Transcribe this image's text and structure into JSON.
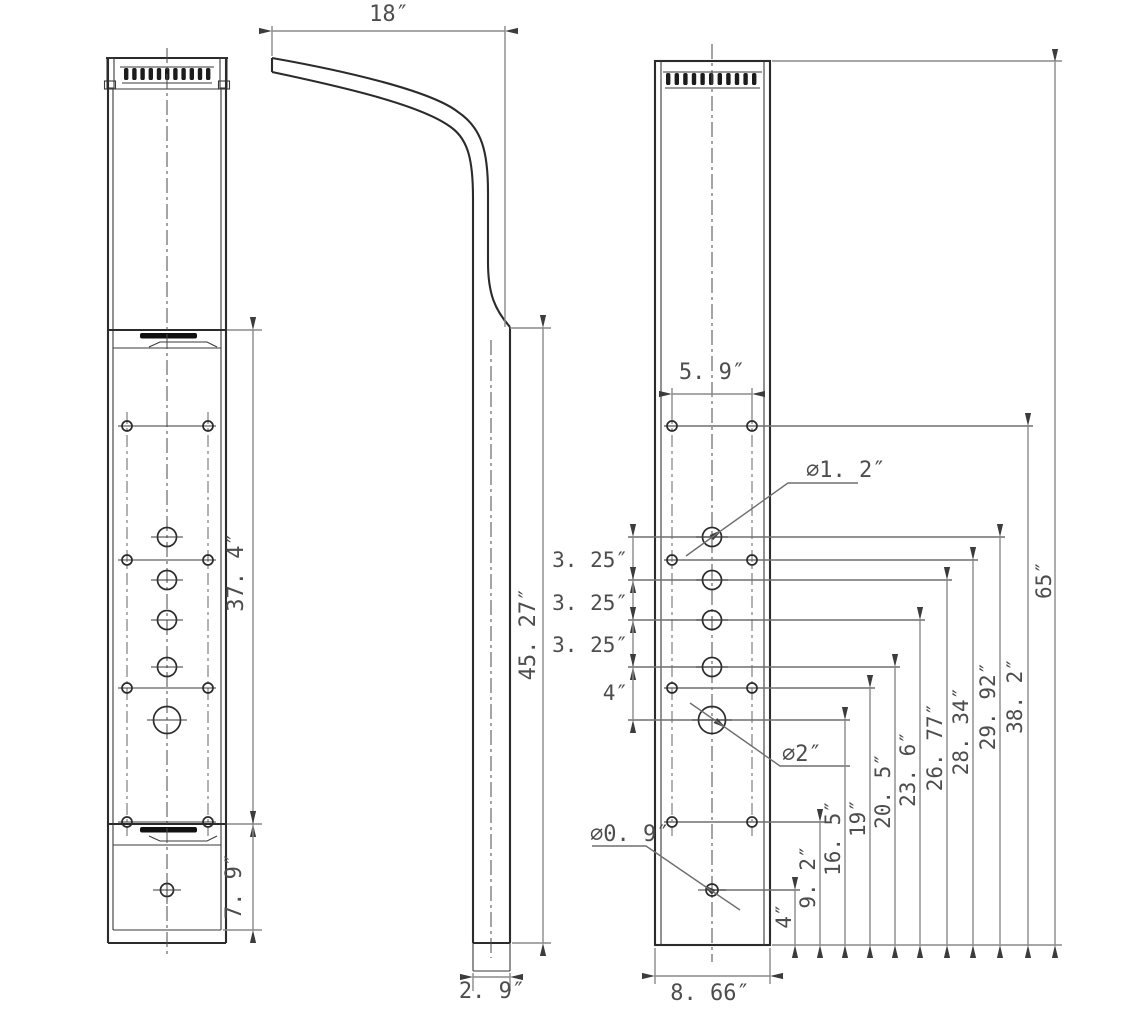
{
  "drawing": {
    "labels": {
      "d18": "18″",
      "d37_4": "37. 4″",
      "d7_9": "7. 9″",
      "d45_27": "45. 27″",
      "d2_9": "2. 9″",
      "d5_9": "5. 9″",
      "dia1_2": "∅1. 2″",
      "dia2": "∅2″",
      "dia0_9": "∅0. 9″",
      "g3_25a": "3. 25″",
      "g3_25b": "3. 25″",
      "g3_25c": "3. 25″",
      "g4": "4″",
      "h4": "4″",
      "h9_2": "9. 2″",
      "h16_5": "16. 5″",
      "h19": "19″",
      "h20_5": "20. 5″",
      "h23_6": "23. 6″",
      "h26_77": "26. 77″",
      "h28_34": "28. 34″",
      "h29_92": "29. 92″",
      "h38_2": "38. 2″",
      "h65": "65″",
      "d8_66": "8. 66″"
    }
  }
}
